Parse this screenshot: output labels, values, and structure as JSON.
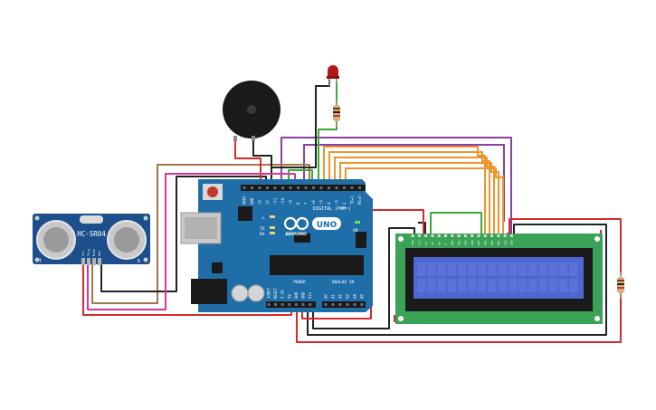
{
  "arduino": {
    "digital_label": "DIGITAL (PWM~)",
    "power_label": "POWER",
    "analog_label": "ANALOG IN",
    "brand": "ARDUINO",
    "model": "UNO",
    "on_label": "ON",
    "led_l": "L",
    "led_tx": "TX",
    "led_rx": "RX",
    "digital_pins": [
      "AREF",
      "GND",
      "13",
      "12",
      "~11",
      "~10",
      "~9",
      "8",
      "7",
      "~6",
      "~5",
      "4",
      "~3",
      "2",
      "TX▸1",
      "RX◂0"
    ],
    "power_pins": [
      "IOREF",
      "RESET",
      "3.3V",
      "5V",
      "GND",
      "GND",
      "Vin"
    ],
    "analog_pins": [
      "A0",
      "A1",
      "A2",
      "A3",
      "A4",
      "A5"
    ]
  },
  "sensor": {
    "label": "HC-SR04",
    "pins": [
      "Vcc",
      "Trig",
      "Echo",
      "Gnd"
    ],
    "corner_left": "T",
    "corner_right": "R"
  },
  "lcd": {
    "pins": [
      "GND",
      "VCC",
      "V0",
      "RS",
      "RW",
      "E",
      "DB0",
      "DB1",
      "DB2",
      "DB3",
      "DB4",
      "DB5",
      "DB6",
      "DB7",
      "LED",
      "LED"
    ]
  },
  "colors": {
    "board": "#1f6ea8",
    "lcd_board": "#3aa357",
    "lcd_screen": "#4d66d0",
    "wire_red": "#d62b2b",
    "wire_black": "#222222",
    "wire_orange": "#f0932b",
    "wire_purple": "#8e3fa6",
    "wire_green": "#3aaa35",
    "wire_brown": "#a2774a",
    "wire_pink": "#d1379b"
  }
}
